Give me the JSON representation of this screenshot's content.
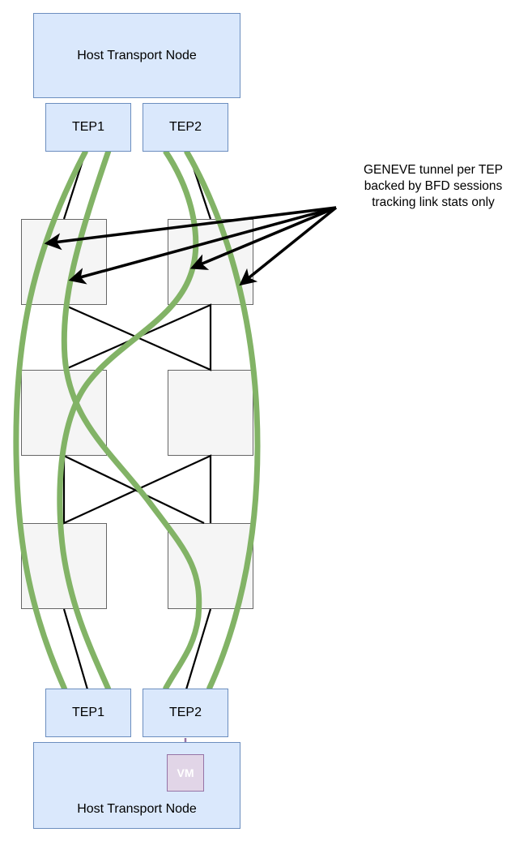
{
  "colors": {
    "host_fill": "#dae8fc",
    "host_stroke": "#6c8ebf",
    "switch_fill": "#f5f5f5",
    "switch_stroke": "#666666",
    "tunnel": "#82b366",
    "vm_fill": "#e1d5e7",
    "vm_stroke": "#9673a6",
    "link": "#000000"
  },
  "top_host": {
    "label": "Host Transport Node",
    "teps": [
      {
        "label": "TEP1"
      },
      {
        "label": "TEP2"
      }
    ]
  },
  "bottom_host": {
    "label": "Host Transport Node",
    "teps": [
      {
        "label": "TEP1"
      },
      {
        "label": "TEP2"
      }
    ],
    "vm": {
      "label": "VM"
    }
  },
  "fabric": {
    "switches": [
      {
        "row": 1,
        "col": "left"
      },
      {
        "row": 1,
        "col": "right"
      },
      {
        "row": 2,
        "col": "left"
      },
      {
        "row": 2,
        "col": "right"
      },
      {
        "row": 3,
        "col": "left"
      },
      {
        "row": 3,
        "col": "right"
      }
    ]
  },
  "annotation": {
    "lines": [
      "GENEVE tunnel per TEP",
      "backed by BFD sessions",
      "tracking link stats only"
    ]
  }
}
